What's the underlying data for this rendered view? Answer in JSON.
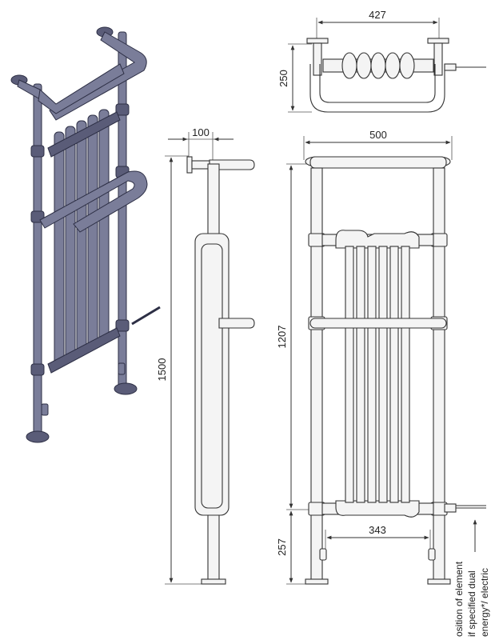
{
  "colors": {
    "iso_body": "#7a7d99",
    "iso_shade": "#5a5c78",
    "line": "#333333"
  },
  "dimensions": {
    "top_width": "427",
    "top_depth": "250",
    "side_projection": "100",
    "overall_height": "1500",
    "centres_height": "1207",
    "overall_width": "500",
    "leg_centres": "343",
    "valve_height": "257"
  },
  "note": {
    "line1": "osition of element",
    "line2": "if specified dual",
    "line3": "energy*/ electric"
  }
}
